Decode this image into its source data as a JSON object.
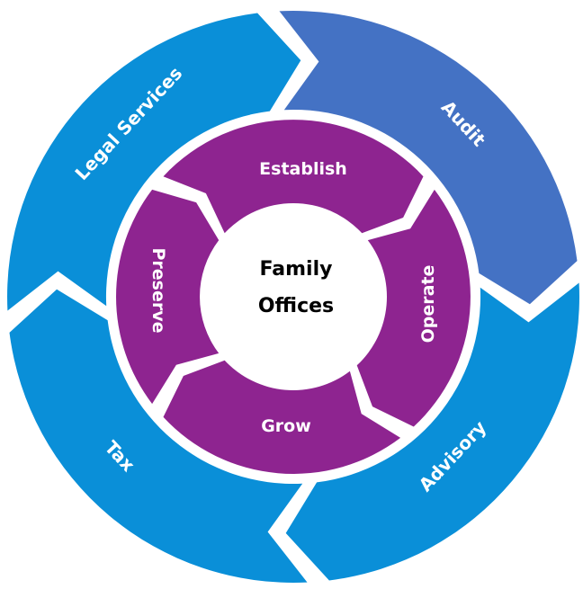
{
  "diagram": {
    "center": {
      "line1": "Family",
      "line2": "Offices"
    },
    "outer_ring": [
      {
        "label": "Legal Services",
        "color": "#0A8FD8"
      },
      {
        "label": "Audit",
        "color": "#4472C4"
      },
      {
        "label": "Advisory",
        "color": "#0A8FD8"
      },
      {
        "label": "Tax",
        "color": "#0A8FD8"
      }
    ],
    "inner_ring": [
      {
        "label": "Establish",
        "color": "#8E2490"
      },
      {
        "label": "Operate",
        "color": "#8E2490"
      },
      {
        "label": "Grow",
        "color": "#8E2490"
      },
      {
        "label": "Preserve",
        "color": "#8E2490"
      }
    ],
    "background": "#FFFFFF",
    "center_fill": "#FFFFFF"
  }
}
